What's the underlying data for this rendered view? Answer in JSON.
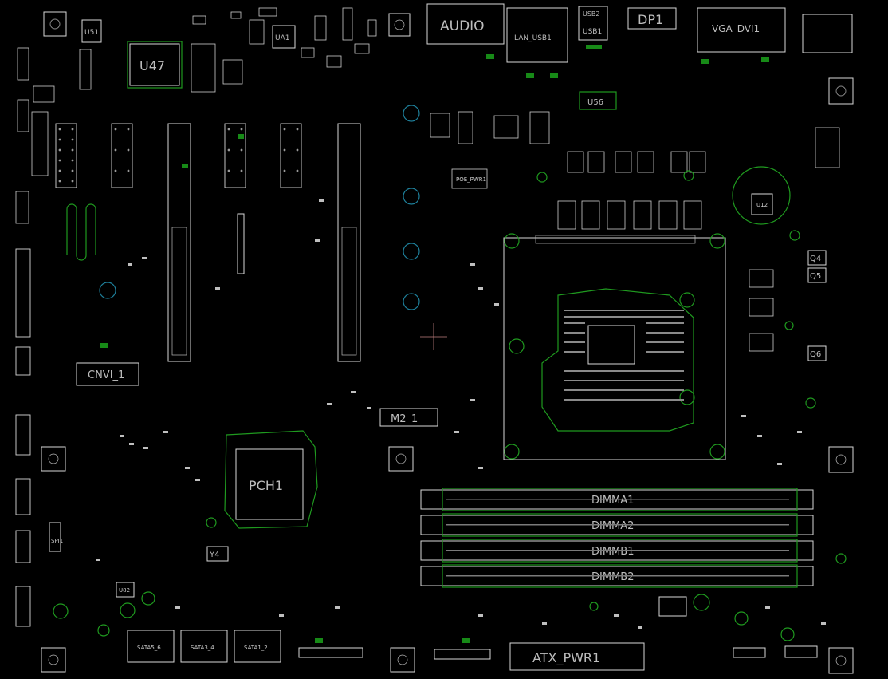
{
  "labels": {
    "u47": "U47",
    "u51": "U51",
    "ua1": "UA1",
    "audio": "AUDIO",
    "lan": "LAN_USB1",
    "usb": "USB2",
    "usb1": "USB1",
    "dp1": "DP1",
    "vga_dvi": "VGA_DVI1",
    "u56": "U56",
    "cnvi": "CNVI_1",
    "m2": "M2_1",
    "pch": "PCH1",
    "y4": "Y4",
    "dimma1": "DIMMA1",
    "dimma2": "DIMMA2",
    "dimmb1": "DIMMB1",
    "dimmb2": "DIMMB2",
    "atx": "ATX_PWR1",
    "sata56": "SATA5_6",
    "sata34": "SATA3_4",
    "sata12": "SATA1_2",
    "spi": "SPI1",
    "u12": "U12",
    "q4": "Q4",
    "q5": "Q5",
    "q6": "Q6",
    "u82": "U82",
    "poe": "POE_PWR1"
  },
  "colors": {
    "background": "#000000",
    "outline": "#d8d8d8",
    "copper": "#1f9a1f",
    "via": "#1e7f9a"
  }
}
